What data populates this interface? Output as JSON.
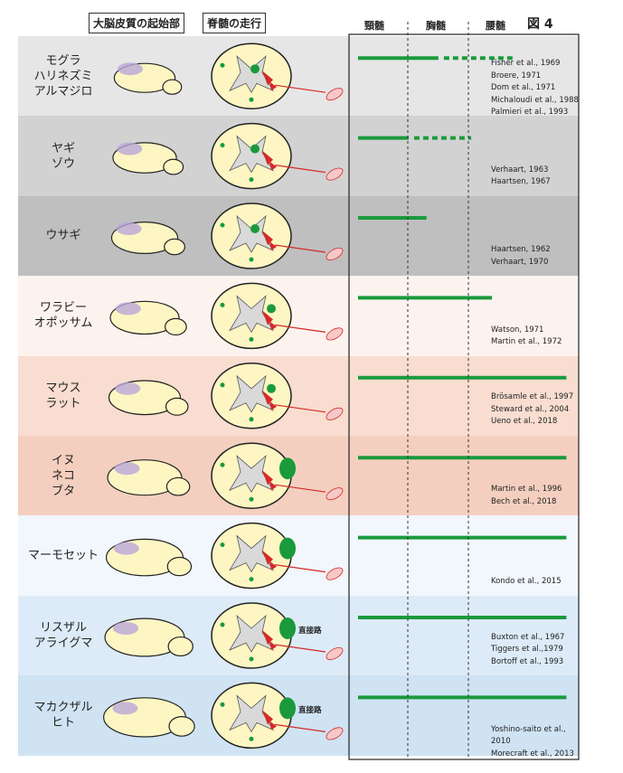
{
  "headers": {
    "cortex_origin": "大脳皮質の起始部",
    "spinal_course": "脊髄の走行"
  },
  "columns": [
    "頸髄",
    "胸髄",
    "腰髄"
  ],
  "figure_label": "図 4",
  "rows": [
    {
      "name": "モグラ\nハリネズミ\nアルマジロ",
      "refs": "Fisher et al., 1969\nBroere, 1971\nDom et al., 1971\nMichaloudi et al., 1988\nPalmieri et al., 1993",
      "annotation": "",
      "bg": "#e6e6e6"
    },
    {
      "name": "ヤギ\nゾウ",
      "refs": "Verhaart, 1963\nHaartsen, 1967",
      "annotation": "",
      "bg": "#d2d2d2"
    },
    {
      "name": "ウサギ",
      "refs": "Haartsen, 1962\nVerhaart, 1970",
      "annotation": "",
      "bg": "#bfbfbf"
    },
    {
      "name": "ワラビー\nオポッサム",
      "refs": "Watson, 1971\nMartin et al., 1972",
      "annotation": "",
      "bg": "#fdf3ee"
    },
    {
      "name": "マウス\nラット",
      "refs": "Brösamle et al., 1997\nSteward et al., 2004\nUeno et al., 2018",
      "annotation": "",
      "bg": "#f8ddd0"
    },
    {
      "name": "イヌ\nネコ\nブタ",
      "refs": "Martin et al., 1996\nBech et al., 2018",
      "annotation": "",
      "bg": "#f4cfc0"
    },
    {
      "name": "マーモセット",
      "refs": "Kondo et al., 2015",
      "annotation": "",
      "bg": "#f1f7fc"
    },
    {
      "name": "リスザル\nアライグマ",
      "refs": "Buxton et al., 1967\nTiggers et al.,1979\nBortoff et al., 1993",
      "annotation": "直接路",
      "bg": "#dcebf7"
    },
    {
      "name": "マカクザル\nヒト",
      "refs": "Yoshino-saito et al., 2010\nMorecraft et al., 2013",
      "annotation": "直接路",
      "bg": "#cfe3f3"
    }
  ],
  "extents": [
    {
      "solid_end": 0.27,
      "dash_end": 0.52
    },
    {
      "solid_end": 0.17,
      "dash_end": 0.38
    },
    {
      "solid_end": 0.23,
      "dash_end": 0
    },
    {
      "solid_end": 0.45,
      "dash_end": 0
    },
    {
      "solid_end": 0.7,
      "dash_end": 0
    },
    {
      "solid_end": 0.7,
      "dash_end": 0
    },
    {
      "solid_end": 0.7,
      "dash_end": 0
    },
    {
      "solid_end": 0.7,
      "dash_end": 0
    },
    {
      "solid_end": 0.7,
      "dash_end": 0
    }
  ],
  "colors": {
    "tract": "#1a9a3c",
    "motor": "#d42a2a",
    "cord": "#fdf6c3",
    "gray": "#d9d9d9"
  }
}
